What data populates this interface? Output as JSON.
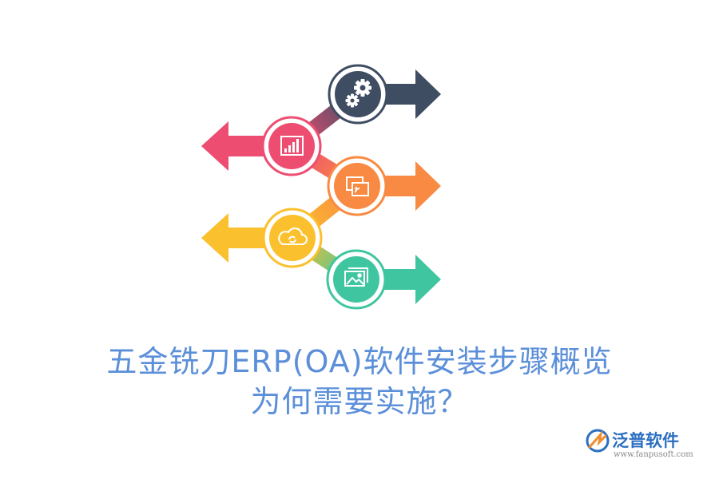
{
  "title": {
    "line1": "五金铣刀ERP(OA)软件安装步骤概览",
    "line2": "为何需要实施？"
  },
  "logo": {
    "name": "泛普软件",
    "url": "www.fanpusoft.com"
  },
  "steps": [
    {
      "icon": "gears-icon",
      "color": "#3f4d63",
      "direction": "right"
    },
    {
      "icon": "bar-chart-icon",
      "color": "#ee4d72",
      "direction": "left"
    },
    {
      "icon": "screen-share-icon",
      "color": "#f98a43",
      "direction": "right"
    },
    {
      "icon": "cloud-sync-icon",
      "color": "#fbc02d",
      "direction": "left"
    },
    {
      "icon": "image-gallery-icon",
      "color": "#3fc6a1",
      "direction": "right"
    }
  ]
}
